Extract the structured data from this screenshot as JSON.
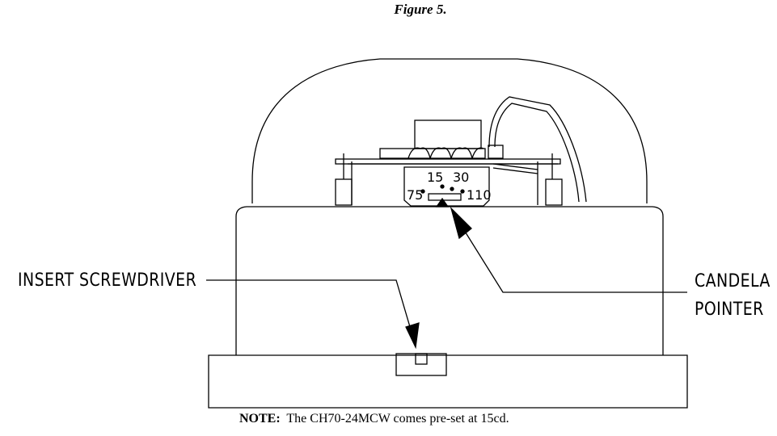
{
  "figure": {
    "title": "Figure 5."
  },
  "labels": {
    "screwdriver": "INSERT SCREWDRIVER",
    "candela_line1": "CANDELA",
    "candela_line2": "POINTER"
  },
  "dial": {
    "values": [
      "15",
      "30",
      "75",
      "110"
    ]
  },
  "note": {
    "prefix": "NOTE:",
    "text": "The CH70-24MCW comes pre-set at 15cd."
  }
}
